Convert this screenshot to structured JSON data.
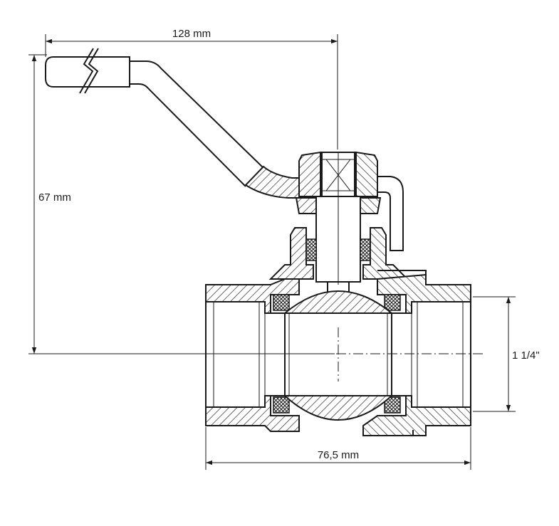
{
  "dimensions": {
    "handle_length": "128 mm",
    "height": "67 mm",
    "thread_size": "1 1/4\"",
    "body_length": "76,5 mm"
  }
}
